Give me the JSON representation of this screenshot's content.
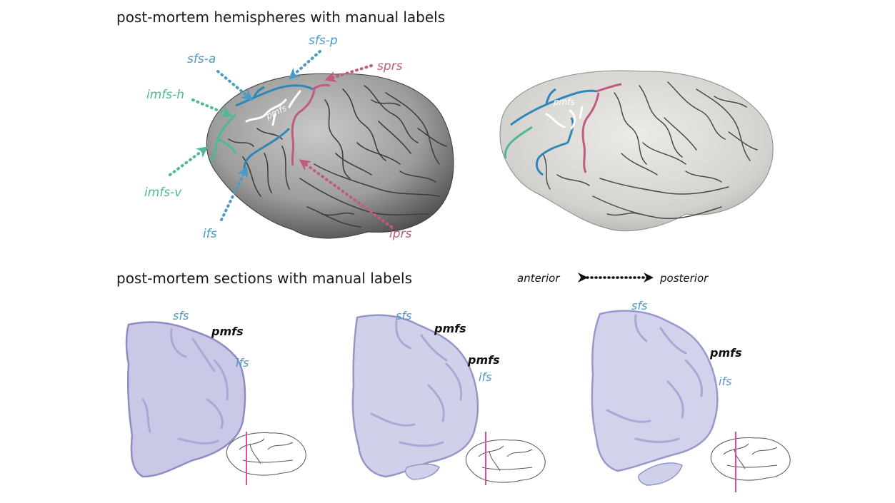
{
  "headings": {
    "hemispheres": "post-mortem hemispheres with manual labels",
    "sections": "post-mortem sections with manual labels"
  },
  "axis": {
    "anterior": "anterior",
    "posterior": "posterior"
  },
  "hemisphere_labels": {
    "sfs_a": "sfs-a",
    "sfs_p": "sfs-p",
    "sprs": "sprs",
    "imfs_h": "imfs-h",
    "imfs_v": "imfs-v",
    "ifs": "ifs",
    "iprs": "iprs",
    "pmfs_left": "pmfs",
    "pmfs_right": "pmfs"
  },
  "section_labels": {
    "s1": {
      "sfs": "sfs",
      "pmfs": "pmfs",
      "ifs": "ifs"
    },
    "s2": {
      "sfs": "sfs",
      "pmfs_a": "pmfs",
      "pmfs_b": "pmfs",
      "ifs": "ifs"
    },
    "s3": {
      "sfs": "sfs",
      "pmfs": "pmfs",
      "ifs": "ifs"
    }
  },
  "colors": {
    "sfs_blue": "#2f86b8",
    "label_blue": "#4a9ac8",
    "sprs_pink": "#c05a7e",
    "imfs_teal": "#4fb89a",
    "pmfs_white": "#ffffff",
    "section_fill": "#c9c8e6",
    "section_edge": "#8e8cc4",
    "cut_line": "#e04a9a"
  },
  "icons": {
    "double-arrow": "bidirectional dotted arrow"
  }
}
